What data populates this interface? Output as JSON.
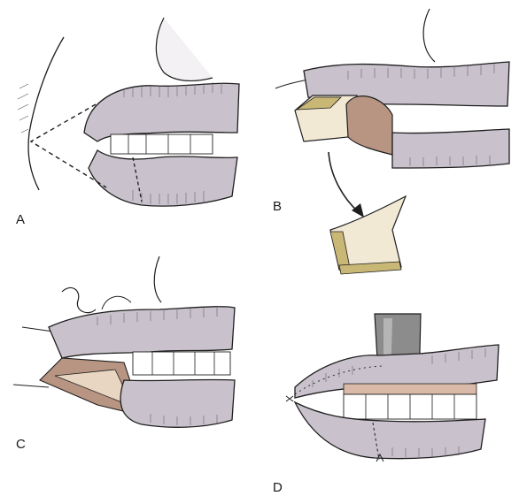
{
  "panels": [
    {
      "label": "A"
    },
    {
      "label": "B"
    },
    {
      "label": "C"
    },
    {
      "label": "D"
    }
  ],
  "colors": {
    "lip": "#c9c2cc",
    "lip_shade": "#a79fae",
    "muscle": "#b89582",
    "flap": "#f1e9d4",
    "fat": "#c9b776",
    "outline": "#1e1e1e",
    "gum": "#d9b9a8",
    "retractor": "#8c8c8c"
  }
}
